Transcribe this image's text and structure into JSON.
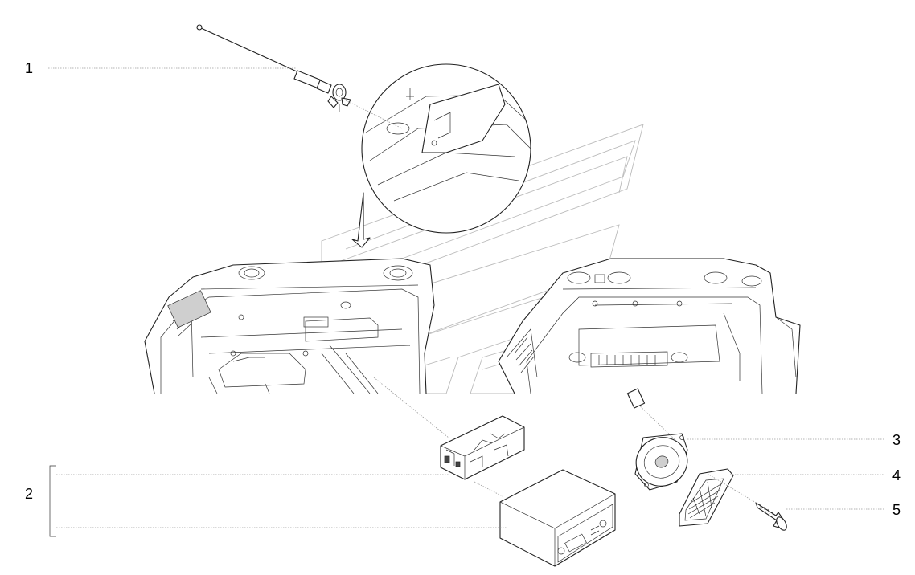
{
  "callouts": [
    {
      "id": "1",
      "label": "1"
    },
    {
      "id": "2",
      "label": "2"
    },
    {
      "id": "3",
      "label": "3"
    },
    {
      "id": "4",
      "label": "4"
    },
    {
      "id": "5",
      "label": "5"
    }
  ],
  "parts": [
    "antenna",
    "radio-mounting-frame",
    "radio-unit",
    "speaker",
    "speaker-grille",
    "screw"
  ],
  "colors": {
    "line": "#222222",
    "leader": "#9a9a9a",
    "watermark": "#bbbbbb"
  }
}
